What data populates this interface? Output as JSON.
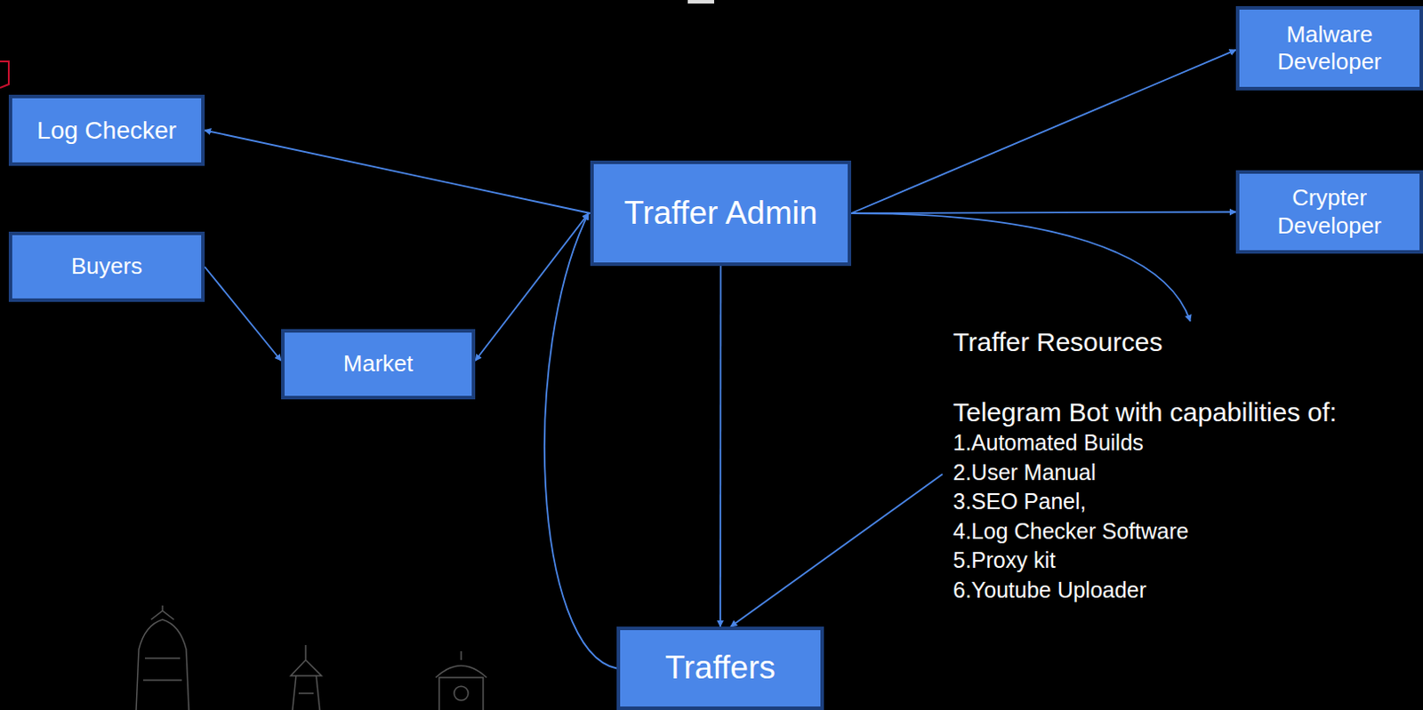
{
  "diagram": {
    "nodes": [
      {
        "text": [
          "Log Checker"
        ]
      },
      {
        "text": [
          "Buyers"
        ]
      },
      {
        "text": [
          "Market"
        ]
      },
      {
        "text": [
          "Traffer Admin"
        ]
      },
      {
        "text": [
          "Malware Developer"
        ]
      },
      {
        "text": [
          "Crypter Developer"
        ]
      },
      {
        "text": [
          "Traffers"
        ]
      },
      {
        "text": [
          "Traffer Resources",
          "Telegram Bot with capabilities of:",
          "1.Automated Builds",
          "2.User Manual",
          "3.SEO Panel,",
          "4.Log Checker Software",
          "5.Proxy kit",
          "6.Youtube Uploader"
        ]
      }
    ],
    "edges": [
      {
        "from": 3,
        "to": 0,
        "arrow": "to"
      },
      {
        "from": 1,
        "to": 2,
        "arrow": "to"
      },
      {
        "from": 3,
        "to": 2,
        "arrow": "both"
      },
      {
        "from": 3,
        "to": 4,
        "arrow": "to"
      },
      {
        "from": 3,
        "to": 5,
        "arrow": "to"
      },
      {
        "from": 3,
        "to": 7,
        "arrow": "to"
      },
      {
        "from": 3,
        "to": 6,
        "arrow": "to"
      },
      {
        "from": 7,
        "to": 6,
        "arrow": "to"
      },
      {
        "from": 6,
        "to": 3,
        "arrow": "to"
      }
    ]
  }
}
